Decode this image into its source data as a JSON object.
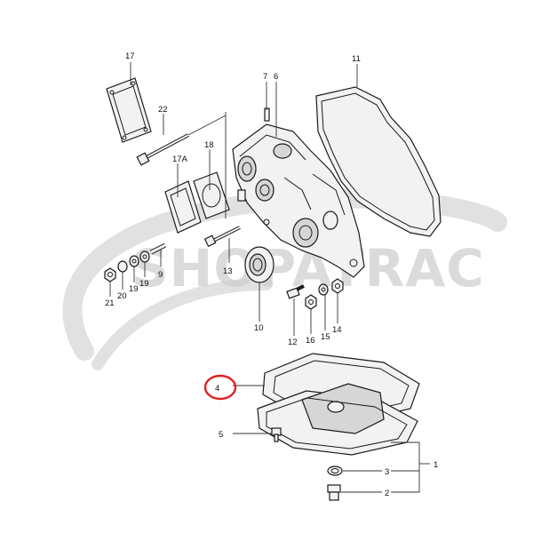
{
  "watermark": {
    "text": "SHOPATRAC"
  },
  "highlight_color": "#e02020",
  "highlighted_part": "4",
  "callouts": {
    "p1": "1",
    "p2": "2",
    "p3": "3",
    "p4": "4",
    "p5": "5",
    "p6": "6",
    "p7": "7",
    "p9": "9",
    "p10": "10",
    "p11": "11",
    "p12": "12",
    "p13": "13",
    "p14": "14",
    "p15": "15",
    "p16": "16",
    "p17": "17",
    "p17a": "17A",
    "p18": "18",
    "p19a": "19",
    "p19b": "19",
    "p20": "20",
    "p21": "21",
    "p22": "22"
  }
}
